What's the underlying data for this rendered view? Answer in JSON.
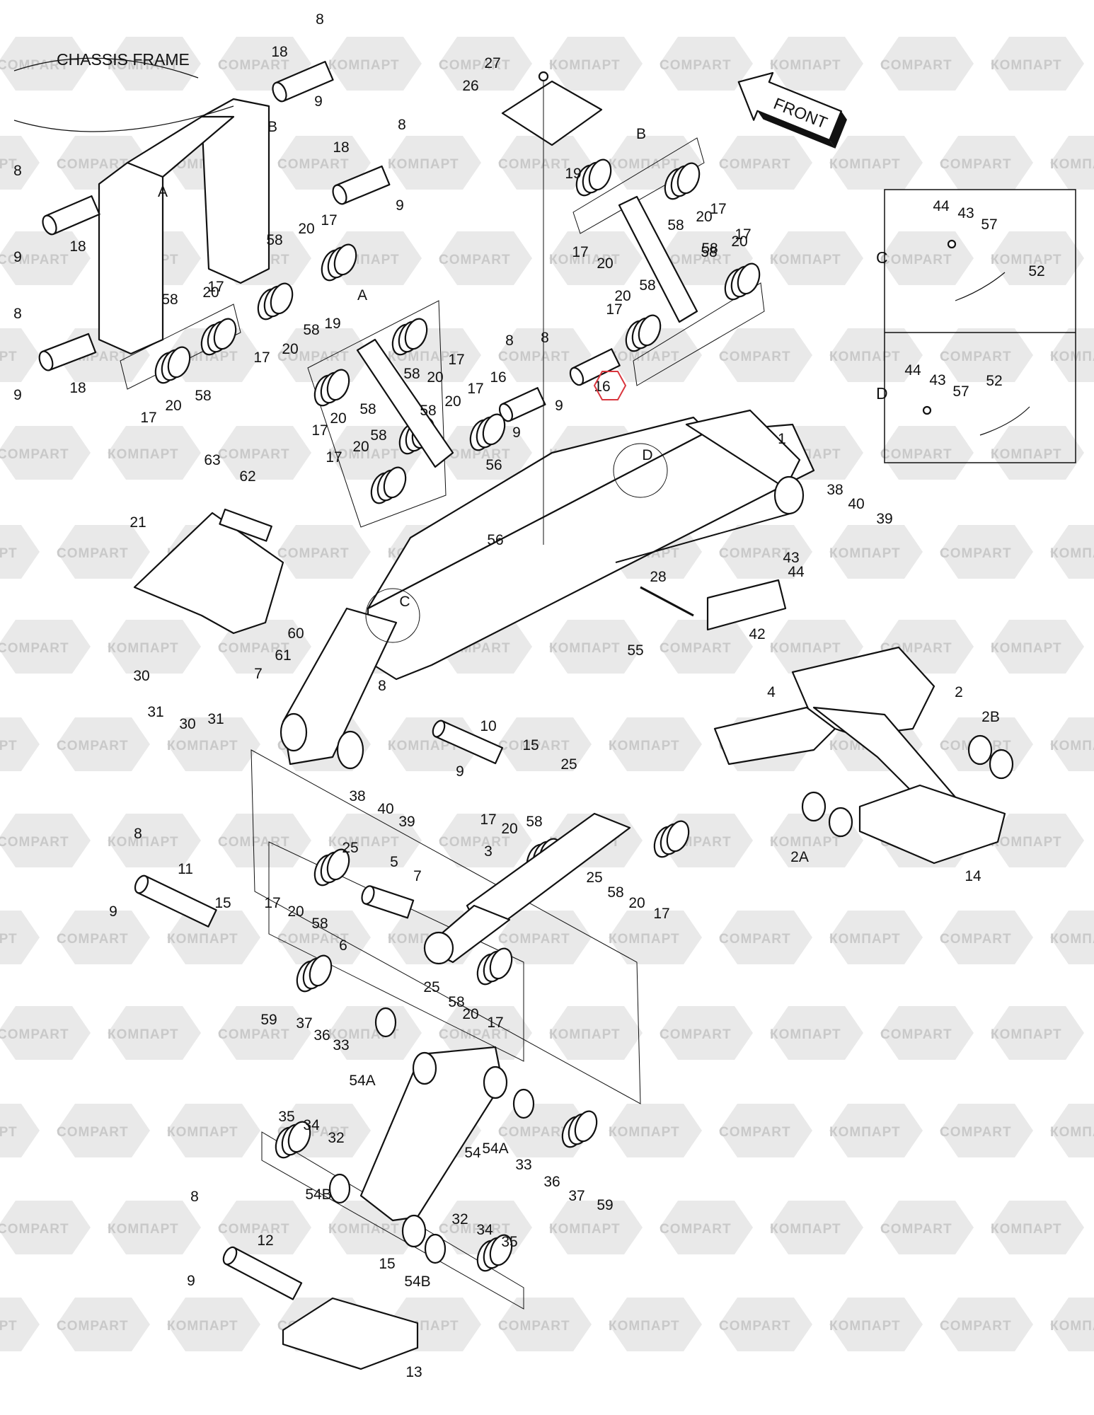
{
  "titles": {
    "chassis_frame": "CHASSIS FRAME",
    "front": "FRONT"
  },
  "watermarks": {
    "cyrillic": "КОМПАРТ",
    "latin": "COMPART"
  },
  "detail_letters": {
    "a": "A",
    "b": "B",
    "c": "C",
    "d": "D"
  },
  "highlight_color": "#d9363e",
  "callouts": [
    {
      "t": "8"
    },
    {
      "t": "18"
    },
    {
      "t": "9"
    },
    {
      "t": "B"
    },
    {
      "t": "8"
    },
    {
      "t": "18"
    },
    {
      "t": "9"
    },
    {
      "t": "8"
    },
    {
      "t": "A"
    },
    {
      "t": "18"
    },
    {
      "t": "9"
    },
    {
      "t": "58"
    },
    {
      "t": "20"
    },
    {
      "t": "17"
    },
    {
      "t": "8"
    },
    {
      "t": "58"
    },
    {
      "t": "20"
    },
    {
      "t": "17"
    },
    {
      "t": "17"
    },
    {
      "t": "20"
    },
    {
      "t": "58"
    },
    {
      "t": "18"
    },
    {
      "t": "9"
    },
    {
      "t": "17"
    },
    {
      "t": "20"
    },
    {
      "t": "58"
    },
    {
      "t": "27"
    },
    {
      "t": "26"
    },
    {
      "t": "B"
    },
    {
      "t": "19"
    },
    {
      "t": "17"
    },
    {
      "t": "20"
    },
    {
      "t": "58"
    },
    {
      "t": "17"
    },
    {
      "t": "20"
    },
    {
      "t": "58"
    },
    {
      "t": "58"
    },
    {
      "t": "20"
    },
    {
      "t": "17"
    },
    {
      "t": "17"
    },
    {
      "t": "20"
    },
    {
      "t": "58"
    },
    {
      "t": "8"
    },
    {
      "t": "16",
      "hl": true
    },
    {
      "t": "9"
    },
    {
      "t": "A"
    },
    {
      "t": "19"
    },
    {
      "t": "58"
    },
    {
      "t": "20"
    },
    {
      "t": "17"
    },
    {
      "t": "17"
    },
    {
      "t": "20"
    },
    {
      "t": "58"
    },
    {
      "t": "8"
    },
    {
      "t": "16"
    },
    {
      "t": "58"
    },
    {
      "t": "20"
    },
    {
      "t": "17"
    },
    {
      "t": "9"
    },
    {
      "t": "17"
    },
    {
      "t": "20"
    },
    {
      "t": "58"
    },
    {
      "t": "63"
    },
    {
      "t": "62"
    },
    {
      "t": "56"
    },
    {
      "t": "D"
    },
    {
      "t": "1"
    },
    {
      "t": "38"
    },
    {
      "t": "40"
    },
    {
      "t": "39"
    },
    {
      "t": "21"
    },
    {
      "t": "56"
    },
    {
      "t": "43"
    },
    {
      "t": "44"
    },
    {
      "t": "28"
    },
    {
      "t": "C"
    },
    {
      "t": "60"
    },
    {
      "t": "61"
    },
    {
      "t": "7"
    },
    {
      "t": "55"
    },
    {
      "t": "42"
    },
    {
      "t": "30"
    },
    {
      "t": "31"
    },
    {
      "t": "30"
    },
    {
      "t": "31"
    },
    {
      "t": "8"
    },
    {
      "t": "10"
    },
    {
      "t": "15"
    },
    {
      "t": "9"
    },
    {
      "t": "25"
    },
    {
      "t": "38"
    },
    {
      "t": "40"
    },
    {
      "t": "39"
    },
    {
      "t": "17"
    },
    {
      "t": "20"
    },
    {
      "t": "58"
    },
    {
      "t": "4"
    },
    {
      "t": "2"
    },
    {
      "t": "2B"
    },
    {
      "t": "2A"
    },
    {
      "t": "14"
    },
    {
      "t": "3"
    },
    {
      "t": "25"
    },
    {
      "t": "58"
    },
    {
      "t": "20"
    },
    {
      "t": "17"
    },
    {
      "t": "8"
    },
    {
      "t": "25"
    },
    {
      "t": "5"
    },
    {
      "t": "7"
    },
    {
      "t": "11"
    },
    {
      "t": "17"
    },
    {
      "t": "20"
    },
    {
      "t": "58"
    },
    {
      "t": "6"
    },
    {
      "t": "9"
    },
    {
      "t": "15"
    },
    {
      "t": "25"
    },
    {
      "t": "58"
    },
    {
      "t": "20"
    },
    {
      "t": "17"
    },
    {
      "t": "59"
    },
    {
      "t": "37"
    },
    {
      "t": "36"
    },
    {
      "t": "33"
    },
    {
      "t": "54A"
    },
    {
      "t": "35"
    },
    {
      "t": "34"
    },
    {
      "t": "32"
    },
    {
      "t": "54A"
    },
    {
      "t": "33"
    },
    {
      "t": "36"
    },
    {
      "t": "37"
    },
    {
      "t": "59"
    },
    {
      "t": "54"
    },
    {
      "t": "54B"
    },
    {
      "t": "8"
    },
    {
      "t": "32"
    },
    {
      "t": "34"
    },
    {
      "t": "35"
    },
    {
      "t": "12"
    },
    {
      "t": "15"
    },
    {
      "t": "54B"
    },
    {
      "t": "9"
    },
    {
      "t": "13"
    },
    {
      "t": "44"
    },
    {
      "t": "43"
    },
    {
      "t": "57"
    },
    {
      "t": "52"
    },
    {
      "t": "44"
    },
    {
      "t": "43"
    },
    {
      "t": "57"
    },
    {
      "t": "52"
    }
  ]
}
